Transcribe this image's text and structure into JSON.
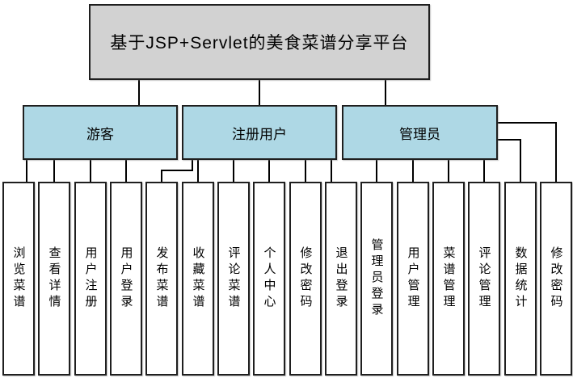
{
  "title": "基于JSP+Servlet的美食菜谱分享平台",
  "groups": [
    {
      "label": "游客",
      "children": [
        "浏览菜谱",
        "查看详情",
        "用户注册",
        "用户登录"
      ]
    },
    {
      "label": "注册用户",
      "children": [
        "发布菜谱",
        "收藏菜谱",
        "评论菜谱",
        "个人中心",
        "修改密码",
        "退出登录"
      ]
    },
    {
      "label": "管理员",
      "children": [
        "管理员登录",
        "用户管理",
        "菜谱管理",
        "评论管理",
        "数据统计",
        "修改密码"
      ]
    }
  ],
  "colors": {
    "root_fill": "#d2d2d2",
    "group_fill": "#aed8e5",
    "leaf_fill": "#ffffff",
    "border": "#1f1f1f",
    "line": "#000000",
    "text": "#000000"
  }
}
